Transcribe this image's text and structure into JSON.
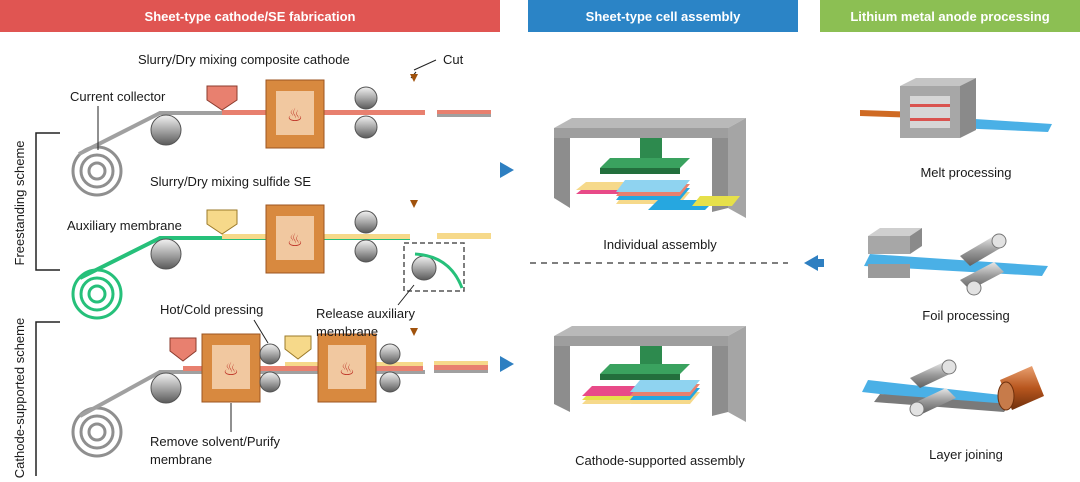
{
  "headers": {
    "cathode_fab": "Sheet-type cathode/SE fabrication",
    "cell_assembly": "Sheet-type cell assembly",
    "anode_processing": "Lithium metal anode processing"
  },
  "schemes": {
    "freestanding": "Freestanding scheme",
    "cathode_supported": "Cathode-supported scheme"
  },
  "labels": {
    "slurry_cathode": "Slurry/Dry mixing composite cathode",
    "cut": "Cut",
    "current_collector": "Current collector",
    "slurry_se": "Slurry/Dry mixing sulfide SE",
    "auxiliary_membrane": "Auxiliary membrane",
    "hot_cold_pressing": "Hot/Cold pressing",
    "release_line1": "Release auxiliary",
    "release_line2": "membrane",
    "remove_line1": "Remove solvent/Purify",
    "remove_line2": "membrane"
  },
  "assembly": {
    "individual": "Individual assembly",
    "cathode_supported": "Cathode-supported assembly"
  },
  "anode": {
    "melt": "Melt processing",
    "foil": "Foil processing",
    "joining": "Layer joining"
  },
  "colors": {
    "red": "#e05552",
    "blue": "#2b84c6",
    "green": "#8cbf53",
    "arrow": "#2e7fc1",
    "cathode": "#e8806f",
    "se": "#f6d98a",
    "membrane": "#26c07a",
    "heater": "#d8893f",
    "cut": "#a0520c"
  }
}
